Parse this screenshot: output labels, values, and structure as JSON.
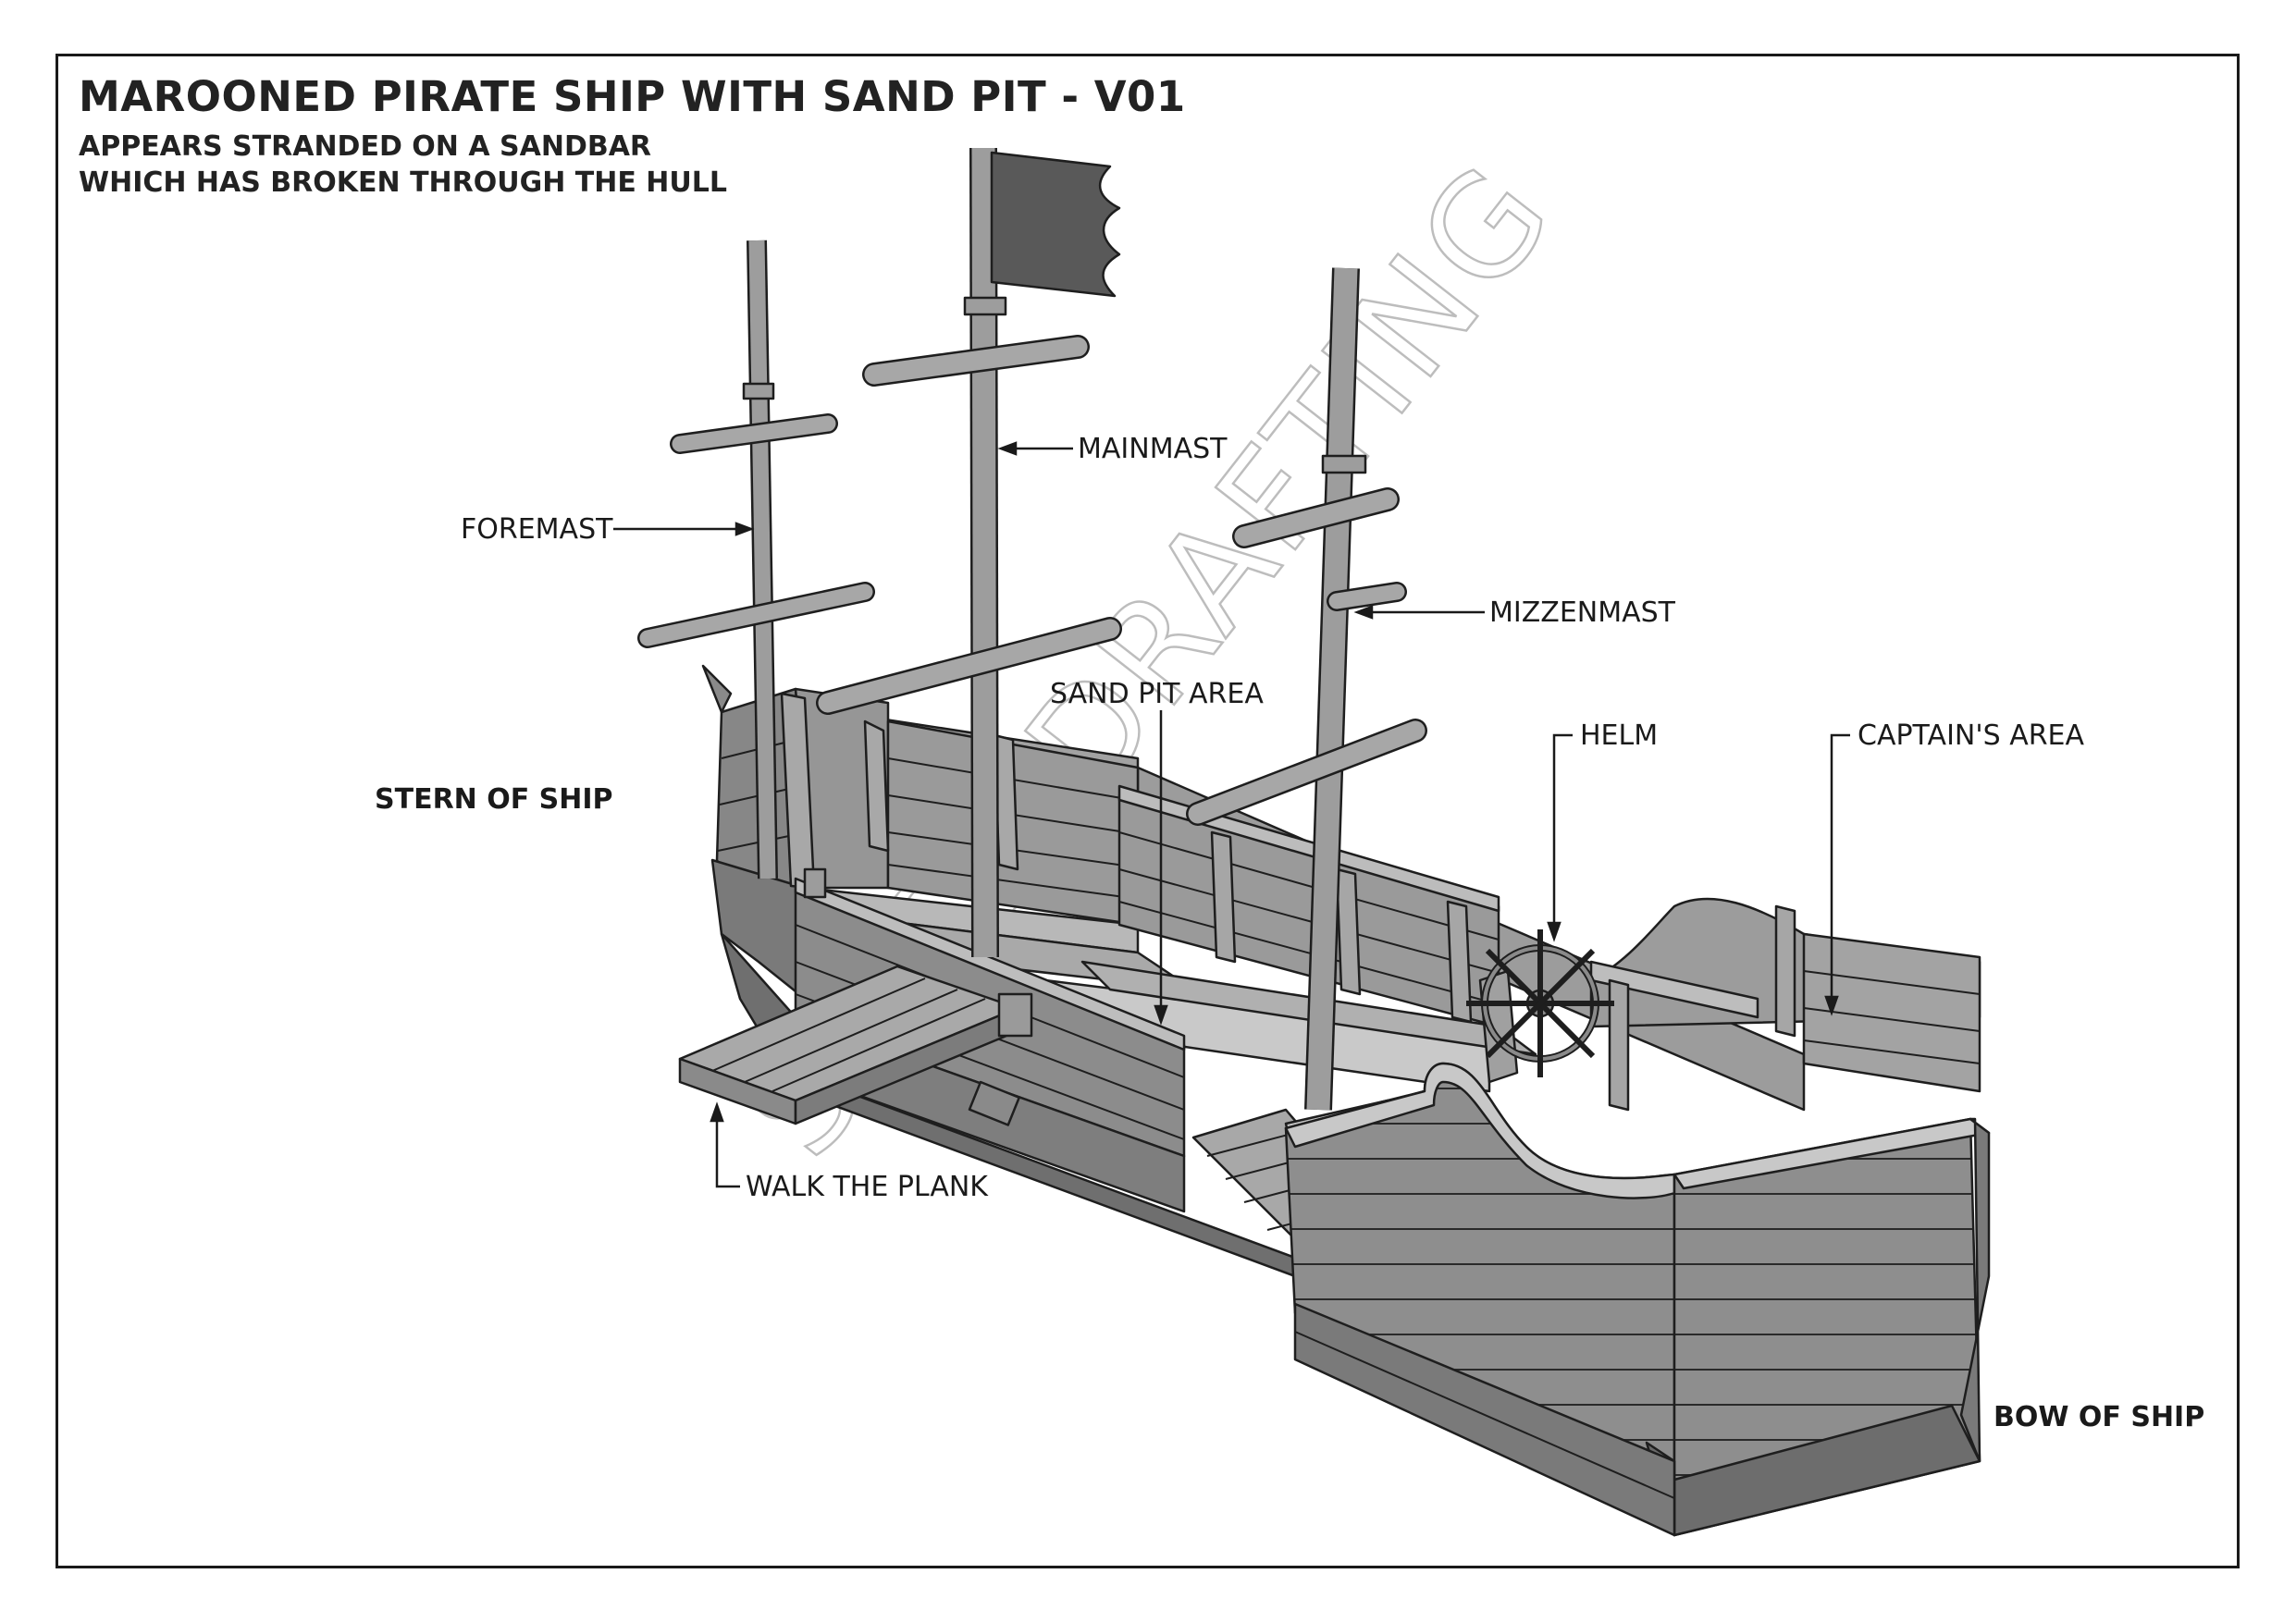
{
  "title": "MAROONED PIRATE SHIP WITH SAND PIT - V01",
  "subtitle_line1": "APPEARS STRANDED ON A SANDBAR",
  "subtitle_line2": "WHICH HAS BROKEN THROUGH THE HULL",
  "labels": {
    "foremast": "FOREMAST",
    "mainmast": "MAINMAST",
    "mizzenmast": "MIZZENMAST",
    "sand_pit": "SAND PIT AREA",
    "helm": "HELM",
    "captains_area": "CAPTAIN'S AREA",
    "walk_plank": "WALK THE PLANK",
    "stern": "STERN OF SHIP",
    "bow": "BOW OF SHIP"
  },
  "watermark": "SHED DRAFTING",
  "colors": {
    "hull": "#8e8e8e",
    "hull_dark": "#6f6f6f",
    "hull_light": "#b4b4b4",
    "outline": "#1e1e1e"
  }
}
